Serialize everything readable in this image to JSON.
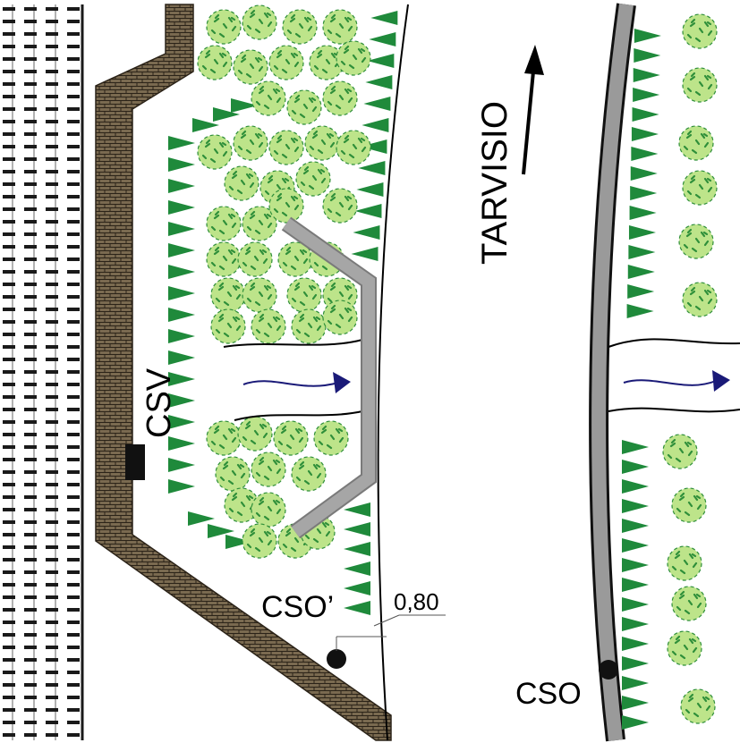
{
  "labels": {
    "csv": "CSV",
    "cso_prime": "CSO’",
    "cso": "CSO",
    "direction": "TARVISIO",
    "dimension": "0,80"
  },
  "colors": {
    "wall_fill": "#7a6a50",
    "wall_brick": "#2b2318",
    "tree_light": "#bde48a",
    "tree_dark": "#2f8f3a",
    "grass": "#1f8a3b",
    "pipe": "#9c9c9c",
    "flow_arrow": "#1a1a78",
    "rail": "#1a1a1a"
  },
  "icons": {
    "flow": "flow-arrow-icon",
    "direction": "north-arrow-icon",
    "measure_point": "measure-point-icon"
  }
}
